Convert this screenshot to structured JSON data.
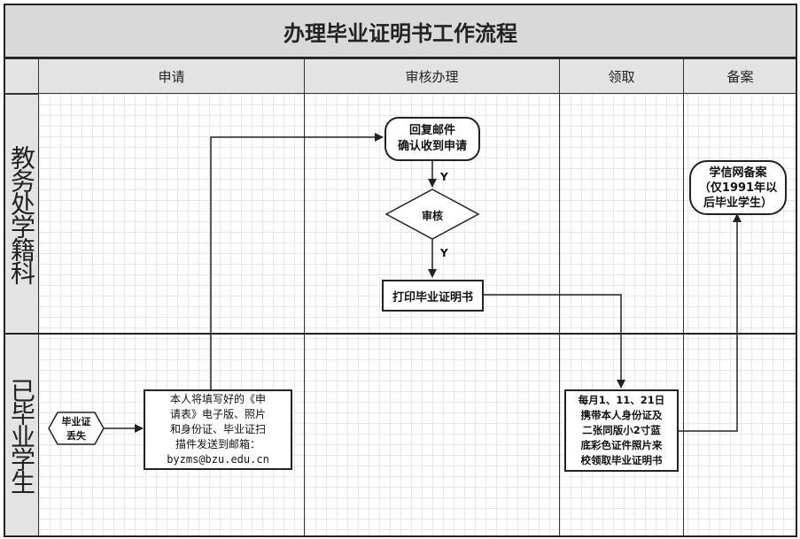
{
  "title": "办理毕业证明书工作流程",
  "columns": [
    "申请",
    "审核办理",
    "领取",
    "备案"
  ],
  "rows": [
    "教务处学籍科",
    "已毕业学生"
  ],
  "nodes": {
    "reply_email": "回复邮件\n确认收到申请",
    "review": "审核",
    "print": "打印毕业证明书",
    "record": "学信网备案\n（仅1991年以\n后毕业学生）",
    "lost": "毕业证\n丢失",
    "submit": "本人将填写好的《申\n请表》电子版、照片\n和身份证、毕业证扫\n描件发送到邮箱：\nbyzms@bzu.edu.cn",
    "collect": "每月1、11、21日\n携带本人身份证及\n二张同版小2寸蓝\n底彩色证件照片来\n校领取毕业证明书"
  },
  "edge_labels": {
    "y1": "Y",
    "y2": "Y"
  },
  "colors": {
    "line": "#222222",
    "header_bg": "#e3e3e3",
    "title_bg": "#d9d9d9",
    "grid": "#e6e6e6"
  }
}
